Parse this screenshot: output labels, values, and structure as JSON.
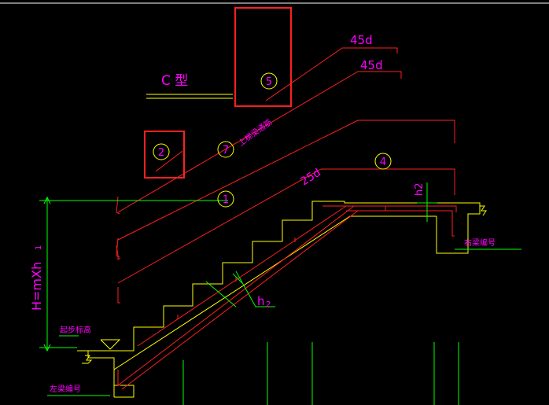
{
  "labels": {
    "type_label": "C 型",
    "len_45d_a": "45d",
    "len_45d_b": "45d",
    "len_25d": "25d",
    "rebar_7_note": "上梯梁通筋",
    "height_formula": "H=mXh",
    "height_sub": "1",
    "h2_top": "h2",
    "h2_mid": "h",
    "h2_mid_sub": "2",
    "start_elev": "起步标高",
    "left_beam": "左梁编号",
    "right_beam": "右梁编号"
  },
  "markers": {
    "m1": "1",
    "m2": "2",
    "m4": "4",
    "m5": "5",
    "m7": "7"
  },
  "colors": {
    "background": "#000000",
    "rebar": "#ff2020",
    "stair_outline": "#ffff00",
    "dimension": "#00ff00",
    "text": "#ff00ff",
    "marker": "#ffff00",
    "frame": "#ffffff"
  }
}
